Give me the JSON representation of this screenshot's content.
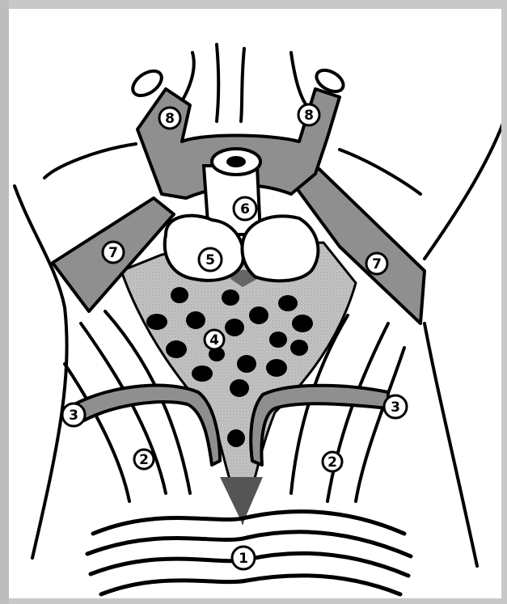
{
  "labels": [
    {
      "id": "l1",
      "text": "1"
    },
    {
      "id": "l2a",
      "text": "2"
    },
    {
      "id": "l2b",
      "text": "2"
    },
    {
      "id": "l3a",
      "text": "3"
    },
    {
      "id": "l3b",
      "text": "3"
    },
    {
      "id": "l4",
      "text": "4"
    },
    {
      "id": "l5",
      "text": "5"
    },
    {
      "id": "l6",
      "text": "6"
    },
    {
      "id": "l7a",
      "text": "7"
    },
    {
      "id": "l7b",
      "text": "7"
    },
    {
      "id": "l8a",
      "text": "8"
    },
    {
      "id": "l8b",
      "text": "8"
    }
  ],
  "colors": {
    "frame": "#c8c8c8",
    "paper": "#ffffff",
    "ink": "#000000",
    "vessel_gray": "#8f8f8f",
    "fat_gray": "#bdbdbd",
    "dark_gray": "#555555"
  }
}
